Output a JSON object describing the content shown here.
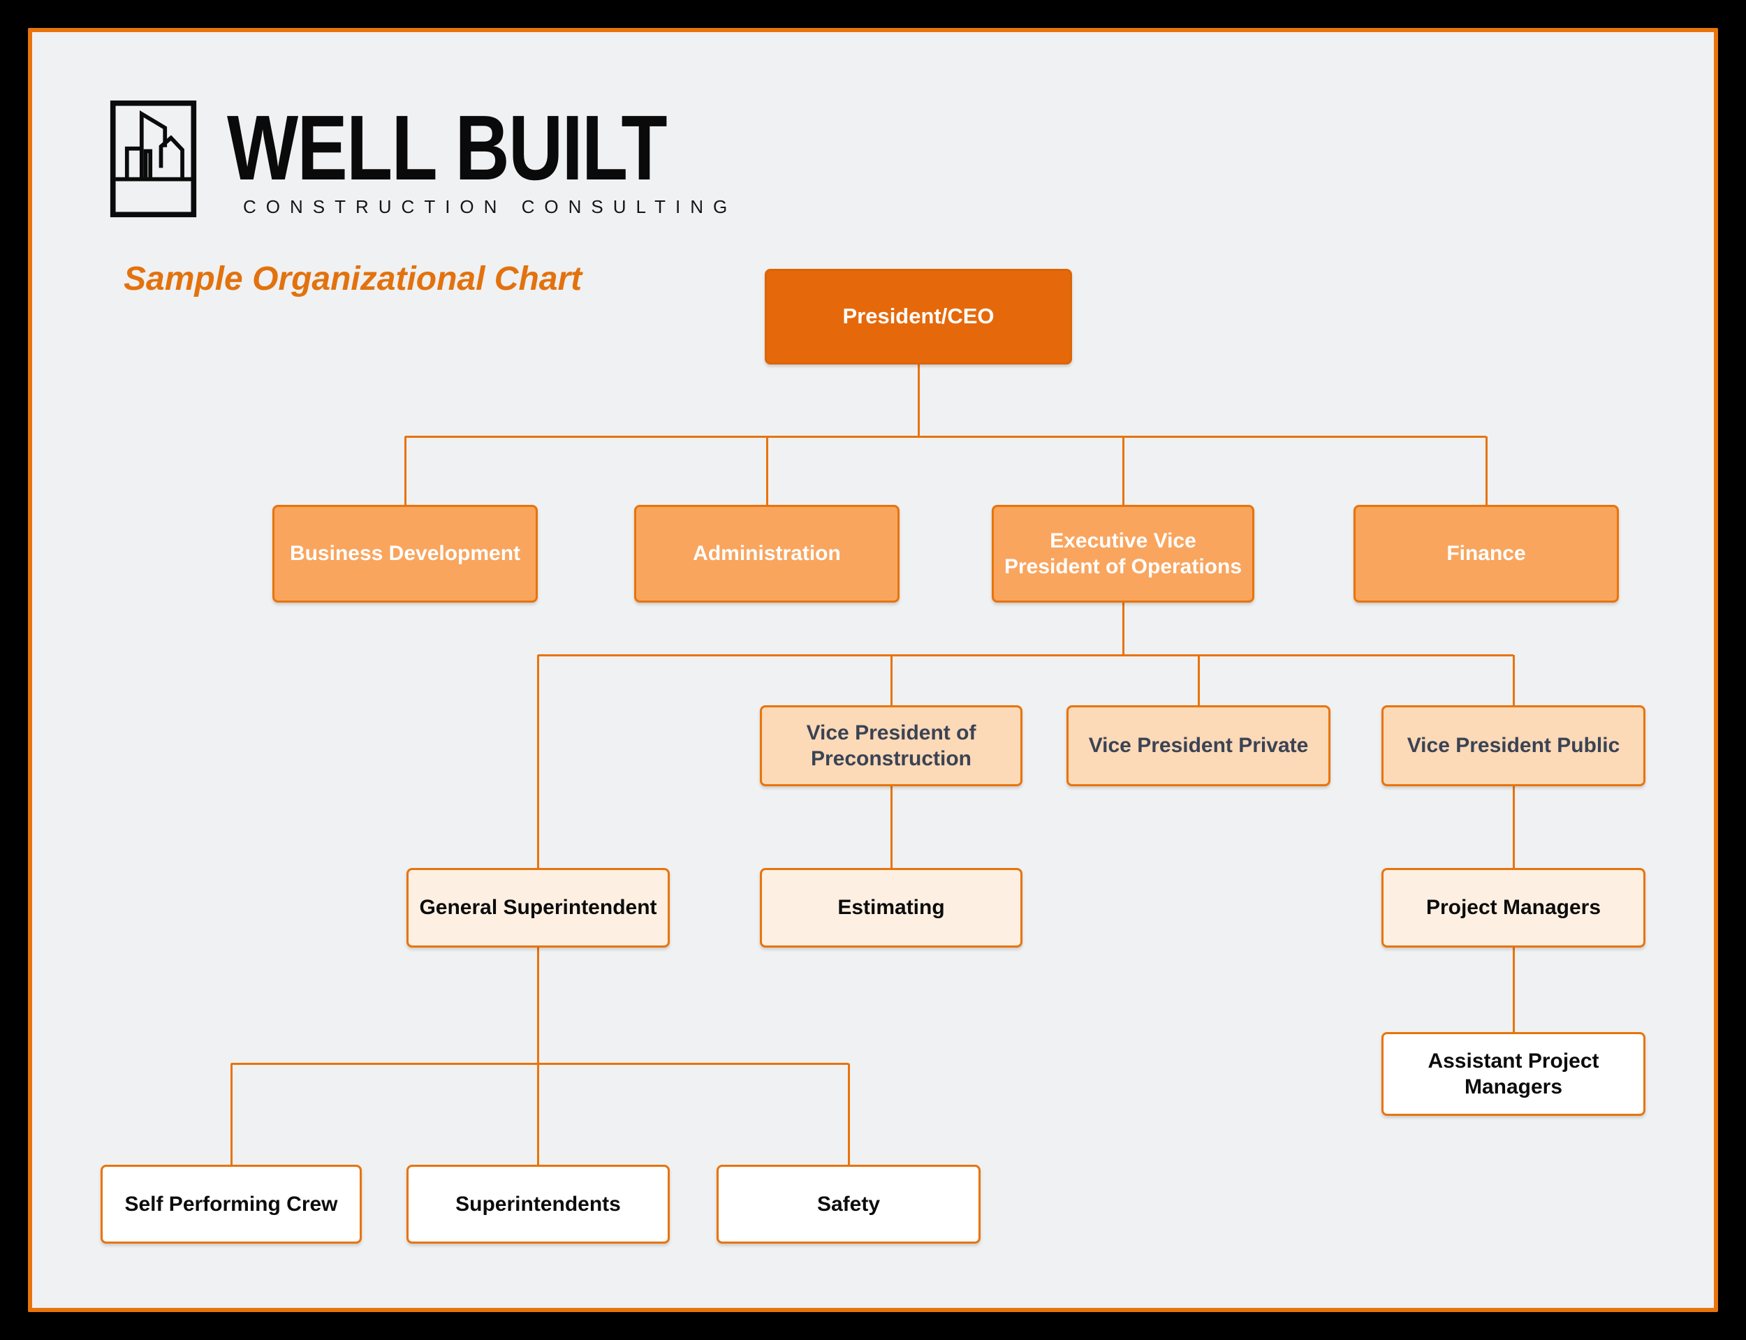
{
  "logo": {
    "brand": "WELL BUILT",
    "tagline": "CONSTRUCTION CONSULTING",
    "icon": "buildings-icon"
  },
  "title": "Sample Organizational Chart",
  "colors": {
    "frame_outer": "#000000",
    "frame_border": "#E8740C",
    "background": "#F0F1F2",
    "accent_orange": "#E8740C",
    "level1_fill": "#E5690B",
    "level2_fill": "#F9A55E",
    "level3_fill": "#FCD9B7",
    "level4_fill": "#FDF0E2",
    "level5_fill": "#FFFFFF",
    "level3_text": "#3A4354",
    "title_text": "#E2720E",
    "connector": "#E8740C"
  },
  "org": {
    "nodes": [
      {
        "id": "ceo",
        "label": "President/CEO",
        "parent": null,
        "level": 1
      },
      {
        "id": "bizdev",
        "label": "Business Development",
        "parent": "ceo",
        "level": 2
      },
      {
        "id": "admin",
        "label": "Administration",
        "parent": "ceo",
        "level": 2
      },
      {
        "id": "evp",
        "label": "Executive Vice President of Operations",
        "parent": "ceo",
        "level": 2
      },
      {
        "id": "finance",
        "label": "Finance",
        "parent": "ceo",
        "level": 2
      },
      {
        "id": "vppre",
        "label": "Vice President of Preconstruction",
        "parent": "evp",
        "level": 3
      },
      {
        "id": "vppriv",
        "label": "Vice President Private",
        "parent": "evp",
        "level": 3
      },
      {
        "id": "vppub",
        "label": "Vice President Public",
        "parent": "evp",
        "level": 3
      },
      {
        "id": "gensup",
        "label": "General Superintendent",
        "parent": "evp",
        "level": 4
      },
      {
        "id": "estimating",
        "label": "Estimating",
        "parent": "vppre",
        "level": 4
      },
      {
        "id": "pm",
        "label": "Project Managers",
        "parent": "vppub",
        "level": 4
      },
      {
        "id": "apm",
        "label": "Assistant Project Managers",
        "parent": "pm",
        "level": 5
      },
      {
        "id": "spc",
        "label": "Self Performing Crew",
        "parent": "gensup",
        "level": 5
      },
      {
        "id": "sup",
        "label": "Superintendents",
        "parent": "gensup",
        "level": 5
      },
      {
        "id": "safety",
        "label": "Safety",
        "parent": "gensup",
        "level": 5
      }
    ]
  }
}
